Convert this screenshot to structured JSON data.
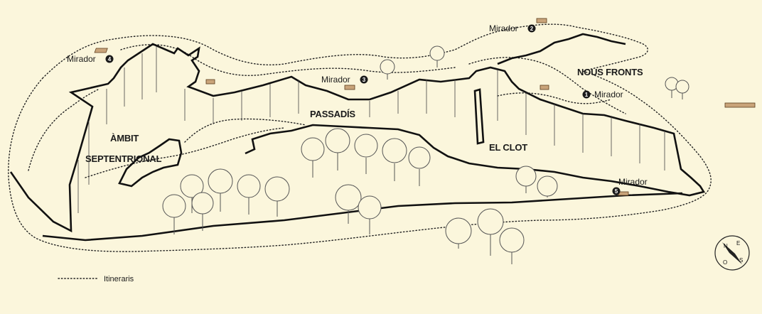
{
  "map": {
    "labels": {
      "ambit_line1": "ÀMBIT",
      "ambit_line2": "SEPTENTRIONAL",
      "passadis": "PASSADÍS",
      "el_clot": "EL CLOT",
      "nous_fronts": "NOUS FRONTS"
    },
    "viewpoints": [
      {
        "label": "Mirador",
        "number": "1"
      },
      {
        "label": "Mirador",
        "number": "2"
      },
      {
        "label": "Mirador",
        "number": "3"
      },
      {
        "label": "Mirador",
        "number": "4"
      },
      {
        "label": "Mirador",
        "number": "5"
      }
    ],
    "legend": {
      "route_label": "Itineraris"
    },
    "compass": {
      "n": "N",
      "e": "E",
      "s": "S",
      "o": "O"
    }
  },
  "colors": {
    "background": "#fbf6dc",
    "ink": "#1a1a1a",
    "badge": "#1a1a1a",
    "shelter": "#c9a47a"
  }
}
